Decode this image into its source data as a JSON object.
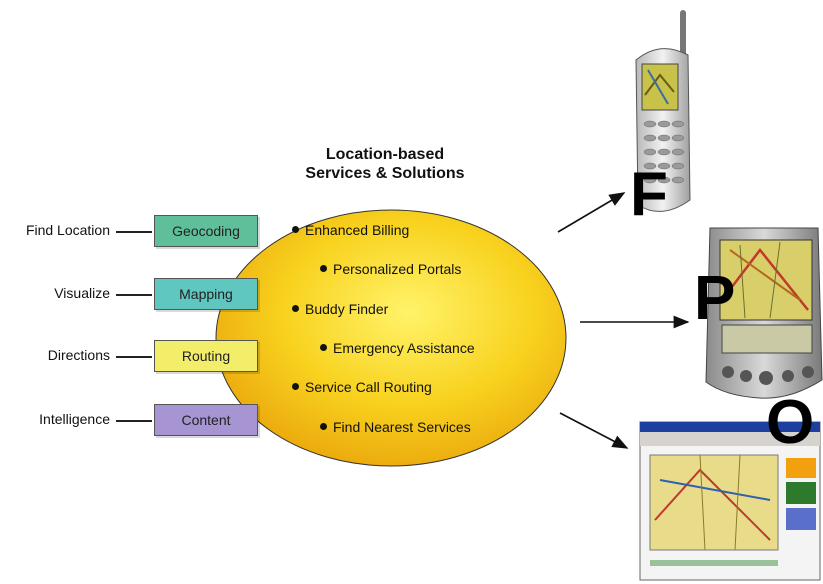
{
  "diagram": {
    "title_line1": "Location-based",
    "title_line2": "Services & Solutions",
    "inputs": [
      {
        "label": "Find Location",
        "box": "Geocoding",
        "color": "#5fbf9a"
      },
      {
        "label": "Visualize",
        "box": "Mapping",
        "color": "#5fc6c0"
      },
      {
        "label": "Directions",
        "box": "Routing",
        "color": "#f2ee6a"
      },
      {
        "label": "Intelligence",
        "box": "Content",
        "color": "#a695d2"
      }
    ],
    "services": [
      "Enhanced Billing",
      "Personalized Portals",
      "Buddy Finder",
      "Emergency Assistance",
      "Service Call Routing",
      "Find Nearest Services"
    ],
    "devices": [
      {
        "letter": "F",
        "icon": "mobile-phone-icon"
      },
      {
        "letter": "P",
        "icon": "pda-icon"
      },
      {
        "letter": "O",
        "icon": "web-browser-icon"
      }
    ],
    "ellipse_color": "#f8c81a"
  }
}
